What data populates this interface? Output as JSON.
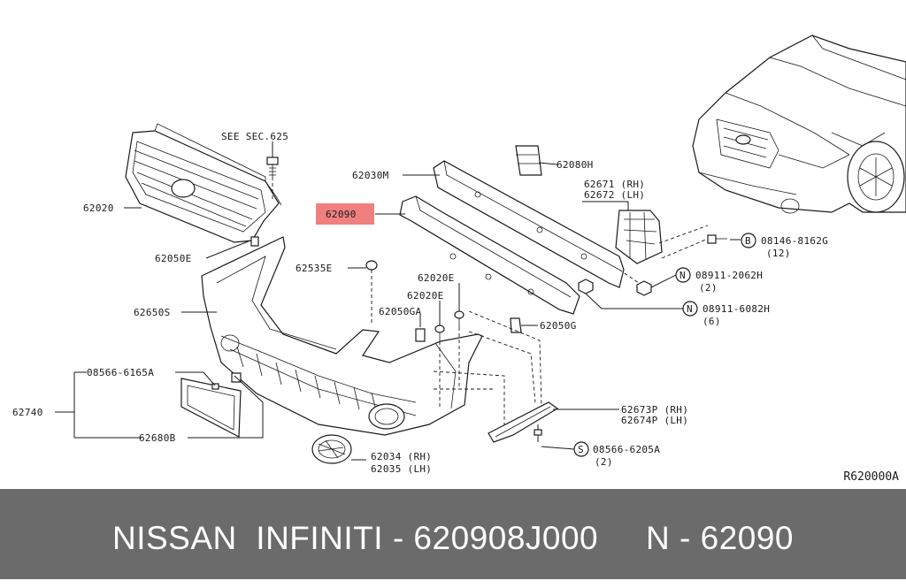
{
  "diagram": {
    "ref_code": "R620000A",
    "labels": {
      "see_sec": "SEE SEC.625",
      "p62020": "62020",
      "p62050E": "62050E",
      "p62650S": "62650S",
      "p62535E": "62535E",
      "p62030M": "62030M",
      "p62090": "62090",
      "p62080H": "62080H",
      "p62671": "62671 (RH)",
      "p62672": "62672 (LH)",
      "p08146": "08146-8162G",
      "p08146_qty": "(12)",
      "p08911_2062": "08911-2062H",
      "p08911_2062_qty": "(2)",
      "p08911_6082": "08911-6082H",
      "p08911_6082_qty": "(6)",
      "p62020E_a": "62020E",
      "p62020E_b": "62020E",
      "p62050GA": "62050GA",
      "p62050G": "62050G",
      "p08566_6165": "08566-6165A",
      "p62740": "62740",
      "p62680B": "62680B",
      "p62673P": "62673P (RH)",
      "p62674P": "62674P (LH)",
      "p08566_6205": "08566-6205A",
      "p08566_6205_qty": "(2)",
      "p62034": "62034 (RH)",
      "p62035": "62035 (LH)",
      "circle_B": "B",
      "circle_N1": "N",
      "circle_N2": "N",
      "circle_S": "S"
    },
    "highlight_color": "#f08080"
  },
  "footer": {
    "text": "NISSAN  INFINITI - 620908J000     N - 62090"
  }
}
